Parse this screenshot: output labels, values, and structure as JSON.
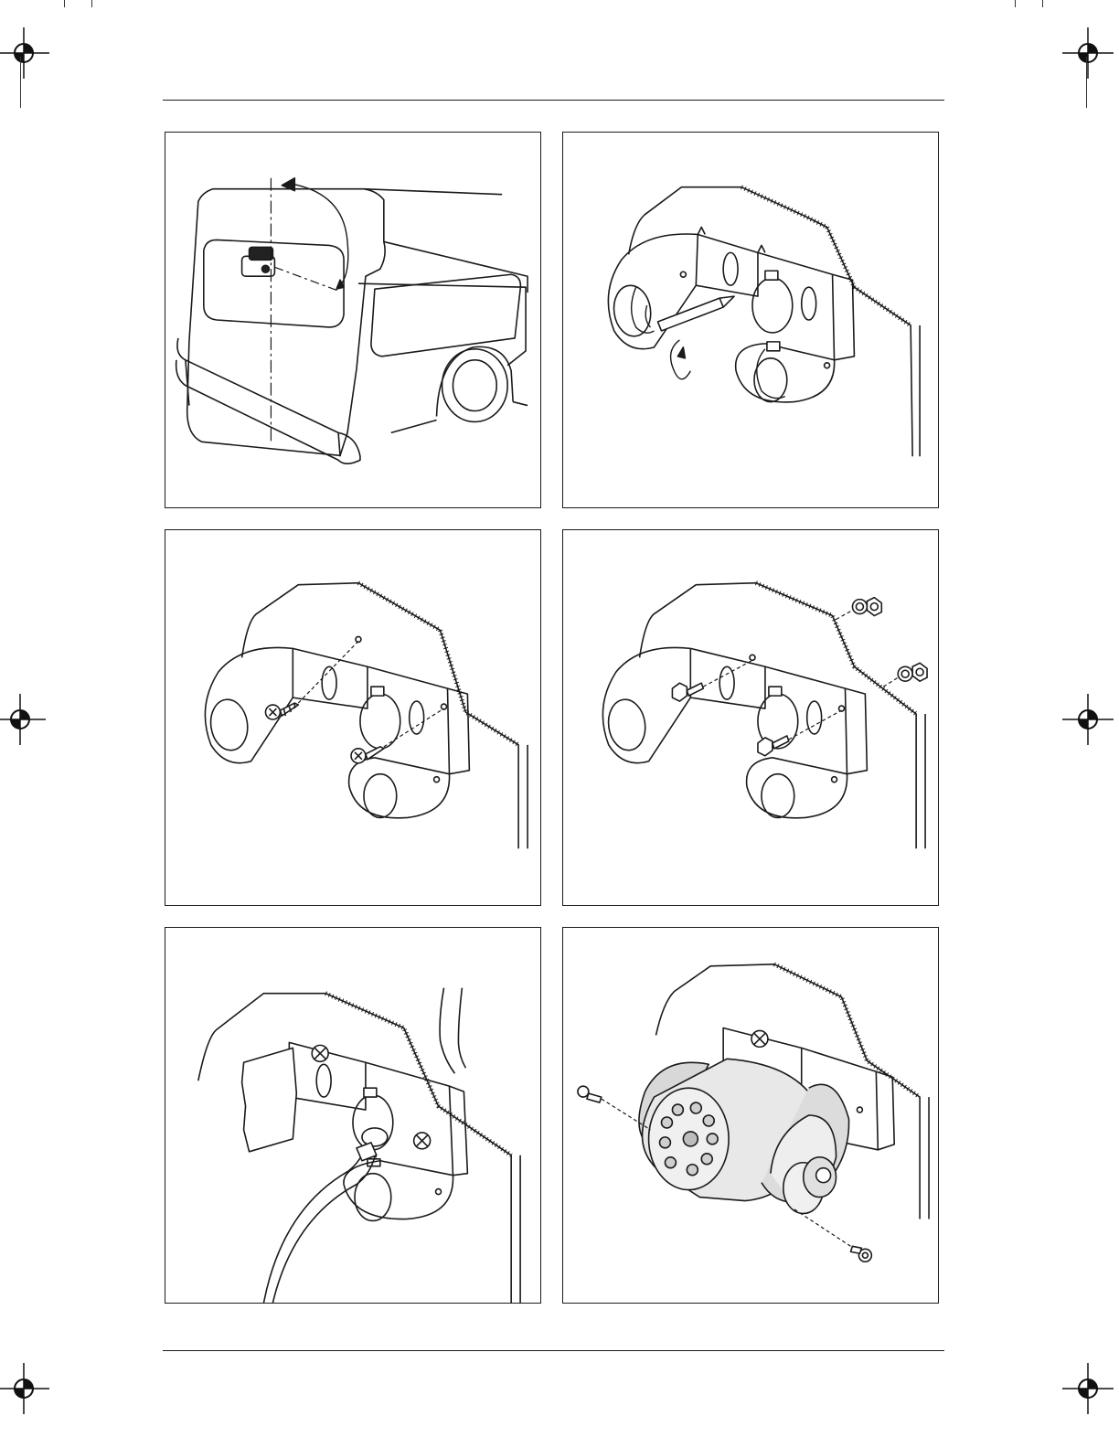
{
  "page": {
    "panels": [
      {
        "id": 1,
        "subject": "van-rear-camera-position"
      },
      {
        "id": 2,
        "subject": "bracket-drill-hole"
      },
      {
        "id": 3,
        "subject": "bracket-screw-mount"
      },
      {
        "id": 4,
        "subject": "bracket-bolt-nut-mount"
      },
      {
        "id": 5,
        "subject": "cable-routing"
      },
      {
        "id": 6,
        "subject": "camera-attach-screws"
      }
    ]
  }
}
